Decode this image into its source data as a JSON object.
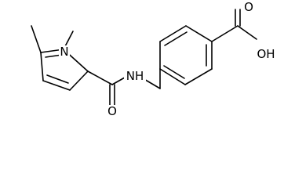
{
  "labels": {
    "pyrrole_n": "N",
    "amide_n": "NH",
    "amide_o": "O",
    "acid_o": "O",
    "acid_oh": "OH"
  }
}
